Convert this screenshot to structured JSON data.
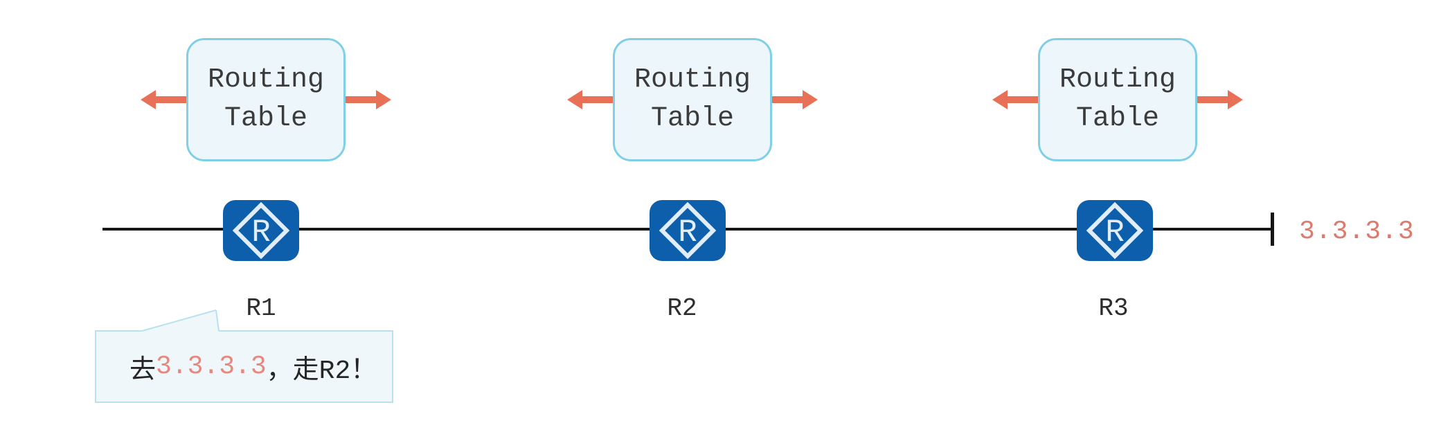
{
  "diagram": {
    "nodes": [
      {
        "id": "R1",
        "label": "R1",
        "table_line1": "Routing",
        "table_line2": "Table"
      },
      {
        "id": "R2",
        "label": "R2",
        "table_line1": "Routing",
        "table_line2": "Table"
      },
      {
        "id": "R3",
        "label": "R3",
        "table_line1": "Routing",
        "table_line2": "Table"
      }
    ],
    "destination_ip": "3.3.3.3",
    "callout": {
      "prefix": "去",
      "ip": "3.3.3.3",
      "suffix": "，走R2！"
    },
    "icons": {
      "router": "diamond-R-router-icon",
      "arrow_left": "left-arrow-icon",
      "arrow_right": "right-arrow-icon"
    },
    "colors": {
      "router_blue": "#0e5fab",
      "router_glyph": "#e1eefa",
      "arrow_salmon": "#e87057",
      "link_line": "#161616",
      "table_box_border": "#7fd0e6",
      "table_box_fill": "#edf6fa",
      "bubble_border": "#b7e1ef",
      "bubble_fill": "#eff7fb",
      "ip_accent": "#dd7a6e",
      "text_dark": "#2d2d2d"
    }
  }
}
